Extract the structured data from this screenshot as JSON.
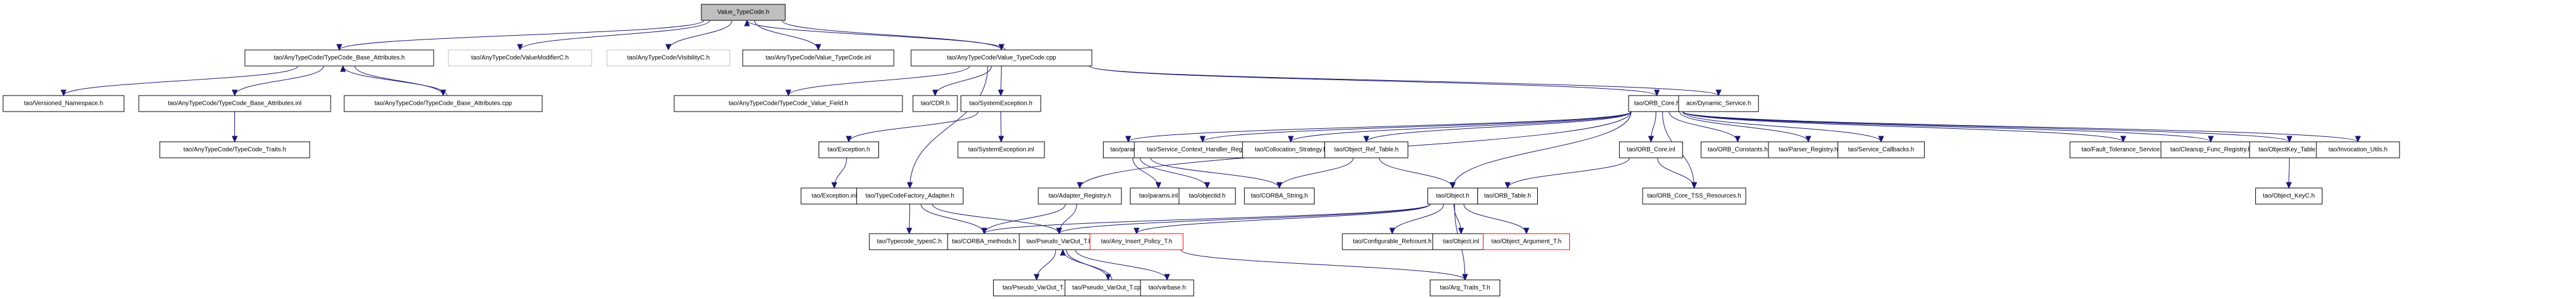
{
  "graph": {
    "title": "Value_TypeCode.h",
    "edge_color": "#191970",
    "nodes": [
      {
        "id": "root",
        "label": "Value_TypeCode.h",
        "style": "root"
      },
      {
        "id": "tcba_h",
        "label": "tao/AnyTypeCode/TypeCode_Base_Attributes.h",
        "style": "normal"
      },
      {
        "id": "vmodc",
        "label": "tao/AnyTypeCode/ValueModifierC.h",
        "style": "gray"
      },
      {
        "id": "visc",
        "label": "tao/AnyTypeCode/VisibilityC.h",
        "style": "gray"
      },
      {
        "id": "vtc_inl",
        "label": "tao/AnyTypeCode/Value_TypeCode.inl",
        "style": "normal"
      },
      {
        "id": "vtc_cpp",
        "label": "tao/AnyTypeCode/Value_TypeCode.cpp",
        "style": "normal"
      },
      {
        "id": "versns",
        "label": "tao/Versioned_Namespace.h",
        "style": "normal"
      },
      {
        "id": "tcba_inl",
        "label": "tao/AnyTypeCode/TypeCode_Base_Attributes.inl",
        "style": "normal"
      },
      {
        "id": "tcba_cpp",
        "label": "tao/AnyTypeCode/TypeCode_Base_Attributes.cpp",
        "style": "normal"
      },
      {
        "id": "tctraits",
        "label": "tao/AnyTypeCode/TypeCode_Traits.h",
        "style": "normal"
      },
      {
        "id": "tcvf",
        "label": "tao/AnyTypeCode/TypeCode_Value_Field.h",
        "style": "normal"
      },
      {
        "id": "cdr",
        "label": "tao/CDR.h",
        "style": "normal"
      },
      {
        "id": "sysexc_h",
        "label": "tao/SystemException.h",
        "style": "normal"
      },
      {
        "id": "exc_h",
        "label": "tao/Exception.h",
        "style": "normal"
      },
      {
        "id": "sysexc_inl",
        "label": "tao/SystemException.inl",
        "style": "normal"
      },
      {
        "id": "exc_inl",
        "label": "tao/Exception.inl",
        "style": "normal"
      },
      {
        "id": "tcfa",
        "label": "tao/TypeCodeFactory_Adapter.h",
        "style": "normal"
      },
      {
        "id": "tctypes",
        "label": "tao/Typecode_typesC.h",
        "style": "normal"
      },
      {
        "id": "corbam",
        "label": "tao/CORBA_methods.h",
        "style": "normal"
      },
      {
        "id": "pvo_h",
        "label": "tao/Pseudo_VarOut_T.h",
        "style": "normal"
      },
      {
        "id": "pvo_inl",
        "label": "tao/Pseudo_VarOut_T.inl",
        "style": "normal"
      },
      {
        "id": "pvo_cpp",
        "label": "tao/Pseudo_VarOut_T.cpp",
        "style": "normal"
      },
      {
        "id": "varbase",
        "label": "tao/varbase.h",
        "style": "normal"
      },
      {
        "id": "orbcore",
        "label": "tao/ORB_Core.h",
        "style": "normal"
      },
      {
        "id": "dynsvc",
        "label": "ace/Dynamic_Service.h",
        "style": "normal"
      },
      {
        "id": "params_h",
        "label": "tao/params.h",
        "style": "normal"
      },
      {
        "id": "schr",
        "label": "tao/Service_Context_Handler_Registry.h",
        "style": "normal"
      },
      {
        "id": "colloc",
        "label": "tao/Collocation_Strategy.h",
        "style": "normal"
      },
      {
        "id": "objref",
        "label": "tao/Object_Ref_Table.h",
        "style": "normal"
      },
      {
        "id": "orbcore_inl",
        "label": "tao/ORB_Core.inl",
        "style": "normal"
      },
      {
        "id": "orbconst",
        "label": "tao/ORB_Constants.h",
        "style": "normal"
      },
      {
        "id": "parser",
        "label": "tao/Parser_Registry.h",
        "style": "normal"
      },
      {
        "id": "svccb",
        "label": "tao/Service_Callbacks.h",
        "style": "normal"
      },
      {
        "id": "ftsvc",
        "label": "tao/Fault_Tolerance_Service.h",
        "style": "normal"
      },
      {
        "id": "cleanup",
        "label": "tao/Cleanup_Func_Registry.h",
        "style": "normal"
      },
      {
        "id": "okt",
        "label": "tao/ObjectKey_Table.h",
        "style": "normal"
      },
      {
        "id": "invutil",
        "label": "tao/Invocation_Utils.h",
        "style": "normal"
      },
      {
        "id": "adreg",
        "label": "tao/Adapter_Registry.h",
        "style": "normal"
      },
      {
        "id": "params_inl",
        "label": "tao/params.inl",
        "style": "normal"
      },
      {
        "id": "objectid",
        "label": "tao/objectid.h",
        "style": "normal"
      },
      {
        "id": "corbastr",
        "label": "tao/CORBA_String.h",
        "style": "normal"
      },
      {
        "id": "object_h",
        "label": "tao/Object.h",
        "style": "normal"
      },
      {
        "id": "orbtable",
        "label": "tao/ORB_Table.h",
        "style": "normal"
      },
      {
        "id": "tss",
        "label": "tao/ORB_Core_TSS_Resources.h",
        "style": "normal"
      },
      {
        "id": "objkeyc",
        "label": "tao/Object_KeyC.h",
        "style": "normal"
      },
      {
        "id": "aip",
        "label": "tao/Any_Insert_Policy_T.h",
        "style": "red"
      },
      {
        "id": "cfgref",
        "label": "tao/Configurable_Refcount.h",
        "style": "normal"
      },
      {
        "id": "object_inl",
        "label": "tao/Object.inl",
        "style": "normal"
      },
      {
        "id": "objarg",
        "label": "tao/Object_Argument_T.h",
        "style": "red"
      },
      {
        "id": "argtraits",
        "label": "tao/Arg_Traits_T.h",
        "style": "normal"
      }
    ],
    "edges": [
      [
        "root",
        "tcba_h"
      ],
      [
        "root",
        "vmodc"
      ],
      [
        "root",
        "visc"
      ],
      [
        "root",
        "vtc_inl"
      ],
      [
        "root",
        "vtc_cpp"
      ],
      [
        "vtc_cpp",
        "root"
      ],
      [
        "tcba_h",
        "versns"
      ],
      [
        "tcba_h",
        "tcba_inl"
      ],
      [
        "tcba_h",
        "tcba_cpp"
      ],
      [
        "tcba_cpp",
        "tcba_h"
      ],
      [
        "tcba_inl",
        "tctraits"
      ],
      [
        "vtc_cpp",
        "tcvf"
      ],
      [
        "vtc_cpp",
        "cdr"
      ],
      [
        "vtc_cpp",
        "sysexc_h"
      ],
      [
        "vtc_cpp",
        "tcfa"
      ],
      [
        "vtc_cpp",
        "orbcore"
      ],
      [
        "vtc_cpp",
        "dynsvc"
      ],
      [
        "sysexc_h",
        "exc_h"
      ],
      [
        "sysexc_h",
        "sysexc_inl"
      ],
      [
        "exc_h",
        "exc_inl"
      ],
      [
        "tcfa",
        "tctypes"
      ],
      [
        "tcfa",
        "corbam"
      ],
      [
        "tcfa",
        "pvo_h"
      ],
      [
        "adreg",
        "corbam"
      ],
      [
        "adreg",
        "pvo_h"
      ],
      [
        "pvo_h",
        "pvo_inl"
      ],
      [
        "pvo_h",
        "pvo_cpp"
      ],
      [
        "pvo_cpp",
        "pvo_h"
      ],
      [
        "pvo_h",
        "varbase"
      ],
      [
        "orbcore",
        "adreg"
      ],
      [
        "orbcore",
        "params_h"
      ],
      [
        "orbcore",
        "schr"
      ],
      [
        "orbcore",
        "colloc"
      ],
      [
        "orbcore",
        "objref"
      ],
      [
        "orbcore",
        "object_h"
      ],
      [
        "orbcore",
        "orbcore_inl"
      ],
      [
        "orbcore",
        "tss"
      ],
      [
        "orbcore",
        "orbconst"
      ],
      [
        "orbcore",
        "parser"
      ],
      [
        "orbcore",
        "svccb"
      ],
      [
        "orbcore",
        "ftsvc"
      ],
      [
        "orbcore",
        "cleanup"
      ],
      [
        "orbcore",
        "okt"
      ],
      [
        "orbcore",
        "invutil"
      ],
      [
        "params_h",
        "params_inl"
      ],
      [
        "params_h",
        "objectid"
      ],
      [
        "params_h",
        "corbastr"
      ],
      [
        "objref",
        "corbastr"
      ],
      [
        "objref",
        "object_h"
      ],
      [
        "orbcore_inl",
        "orbtable"
      ],
      [
        "orbcore_inl",
        "tss"
      ],
      [
        "okt",
        "objkeyc"
      ],
      [
        "object_h",
        "corbam"
      ],
      [
        "object_h",
        "pvo_h"
      ],
      [
        "object_h",
        "aip"
      ],
      [
        "object_h",
        "cfgref"
      ],
      [
        "object_h",
        "object_inl"
      ],
      [
        "object_h",
        "objarg"
      ],
      [
        "object_h",
        "argtraits"
      ],
      [
        "aip",
        "argtraits"
      ]
    ]
  }
}
